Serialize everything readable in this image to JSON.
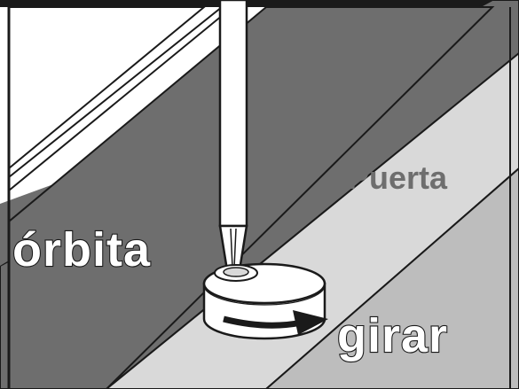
{
  "labels": {
    "track": "órbita",
    "door": "Puerta",
    "rotate": "girar"
  },
  "colors": {
    "track_dark": "#6e6e6e",
    "door_light": "#d9d9d9",
    "door_mid": "#bdbdbd",
    "outline": "#1a1a1a",
    "fill_white": "#ffffff"
  },
  "icons": {
    "tool": "screwdriver-icon",
    "part": "roller-wheel-icon",
    "direction": "rotation-arrow-icon"
  }
}
